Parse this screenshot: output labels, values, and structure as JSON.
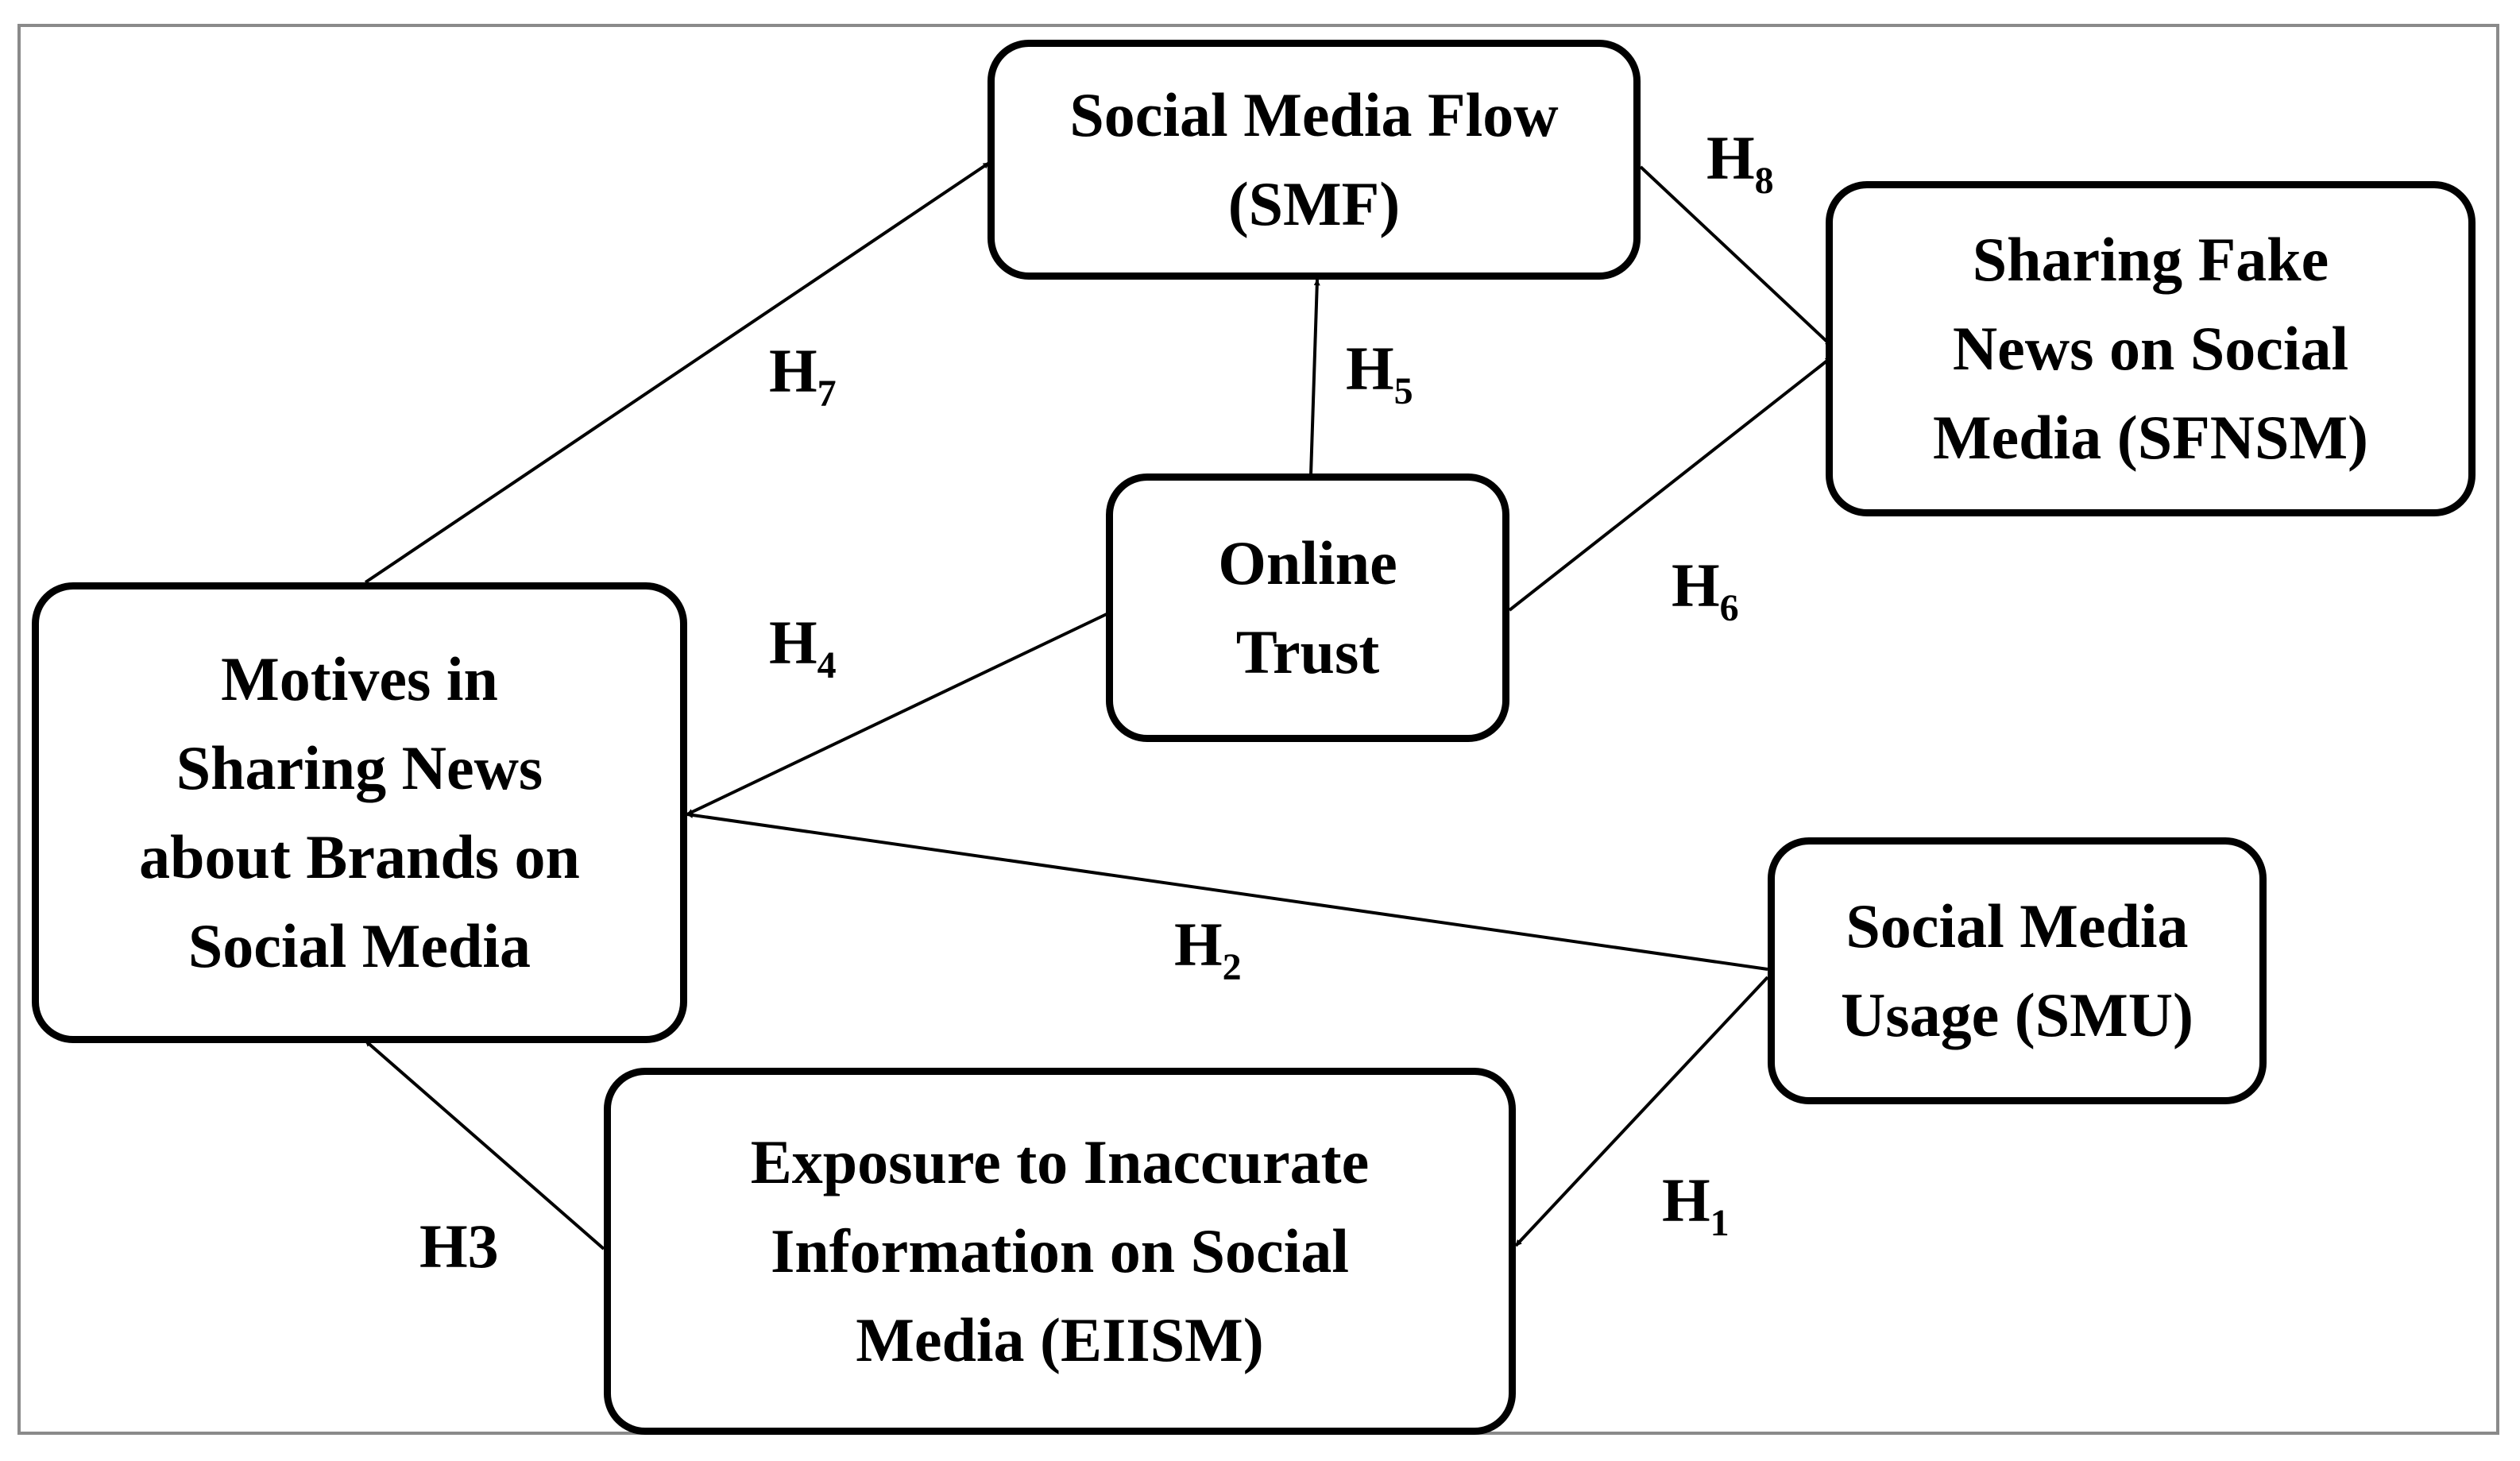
{
  "nodes": {
    "smf": "Social Media Flow\n(SMF)",
    "sfnsm": "Sharing Fake\nNews on Social\nMedia (SFNSM)",
    "online_trust": "Online\nTrust",
    "motives": "Motives in\nSharing News\nabout Brands on\nSocial Media",
    "smu": "Social Media\nUsage (SMU)",
    "eiism": "Exposure to Inaccurate\nInformation on Social\nMedia (EIISM)"
  },
  "hypotheses": {
    "h1": {
      "letter": "H",
      "index": "1"
    },
    "h2": {
      "letter": "H",
      "index": "2"
    },
    "h3": {
      "letter": "H",
      "index": "3"
    },
    "h4": {
      "letter": "H",
      "index": "4"
    },
    "h5": {
      "letter": "H",
      "index": "5"
    },
    "h6": {
      "letter": "H",
      "index": "6"
    },
    "h7": {
      "letter": "H",
      "index": "7"
    },
    "h8": {
      "letter": "H",
      "index": "8"
    }
  },
  "colors": {
    "line": "#000000",
    "frame": "#8a8a8a"
  }
}
